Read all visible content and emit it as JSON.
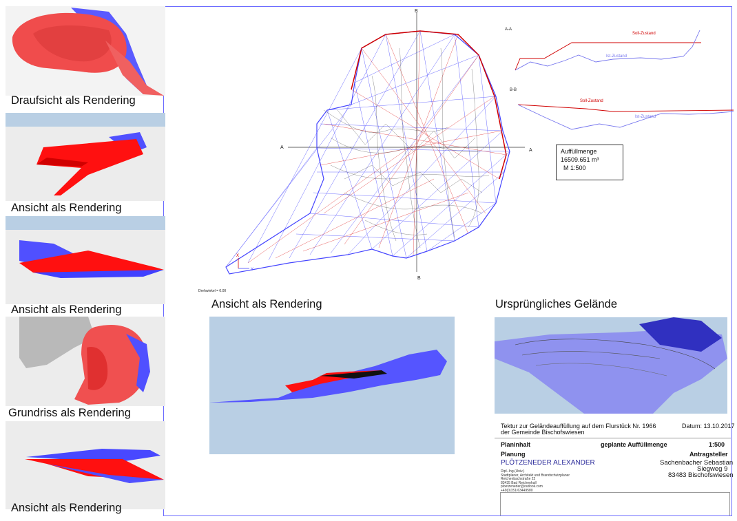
{
  "left_panels": [
    {
      "caption": "Draufsicht als Rendering"
    },
    {
      "caption": "Ansicht als Rendering"
    },
    {
      "caption": "Ansicht als Rendering"
    },
    {
      "caption": "Grundriss als Rendering"
    },
    {
      "caption": "Ansicht als Rendering"
    }
  ],
  "plan": {
    "axis_top": "B",
    "axis_bottom": "B",
    "axis_left": "A",
    "axis_right": "A",
    "coord_x": "Y",
    "coord_y": "X",
    "rotation_note": "Drehwinkel = 0.00"
  },
  "sections": {
    "aa_label": "A-A",
    "aa_soll": "Soll-Zustand",
    "aa_ist": "Ist-Zustand",
    "bb_label": "B-B",
    "bb_soll": "Soll-Zustand",
    "bb_ist": "Ist-Zustand"
  },
  "volume_box": {
    "title": "Auffüllmenge",
    "value": "16509.651 m³",
    "scale": "M 1:500"
  },
  "bottom_views": {
    "view_heading": "Ansicht als Rendering",
    "terrain_heading": "Ursprüngliches Gelände"
  },
  "title_block": {
    "project_line1": "Tektur zur Geländeauffüllung auf dem Flurstück Nr. 1966",
    "project_line2": "der Gemeinde Bischofswiesen",
    "date": "Datum: 13.10.2017",
    "planinhalt_label": "Planinhalt",
    "planinhalt_value": "geplante Auffüllmenge",
    "scale": "1:500",
    "planung_label": "Planung",
    "antragsteller_label": "Antragsteller",
    "planer_name": "PLÖTZENEDER ALEXANDER",
    "planer_title": "Dipl.-Ing.(Univ.)",
    "planer_role": "Stadtplaner, Architekt und Brandschutzplaner",
    "planer_street": "Reichenbachstraße 22",
    "planer_city": "83435 Bad Reichenhall",
    "planer_email": "ploetzeneder@outlook.com",
    "planer_phone": "+49(0)151/63449580",
    "applicant_name": "Sachenbacher Sebastian",
    "applicant_street": "Siegweg 9",
    "applicant_city": "83483 Bischofswiesen"
  }
}
